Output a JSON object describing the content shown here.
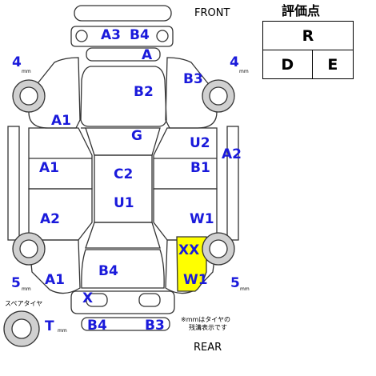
{
  "header": {
    "front_label": "FRONT",
    "rear_label": "REAR",
    "grade_title": "評価点"
  },
  "grade": {
    "overall": "R",
    "interior": "D",
    "exterior": "E"
  },
  "tire_depth": {
    "front_left": "4",
    "front_right": "4",
    "rear_left": "5",
    "rear_right": "5",
    "spare": "T",
    "unit": "mm",
    "spare_label": "スペアタイヤ",
    "note_line1": "※mmはタイヤの",
    "note_line2": "残溝表示です"
  },
  "damage_marks": {
    "front_glass_a3": "A3",
    "front_glass_b4": "B4",
    "front_bumper_a": "A",
    "hood_b3": "B3",
    "hood_b2": "B2",
    "left_fender_a1": "A1",
    "left_front_door_a1": "A1",
    "left_rear_door_a2": "A2",
    "left_quarter_a1": "A1",
    "windshield_g": "G",
    "roof_c2": "C2",
    "roof_u1": "U1",
    "right_front_door_u2": "U2",
    "right_front_door_b1": "B1",
    "right_fender_a2": "A2",
    "right_rear_door_w1": "W1",
    "right_quarter_xx": "XX",
    "right_quarter_w1": "W1",
    "trunk_b4": "B4",
    "rear_bumper_x": "X",
    "rear_bumper_b4": "B4",
    "rear_bumper_b3": "B3"
  },
  "colors": {
    "mark": "#1a1adb",
    "highlight": "#ffff00",
    "outline": "#333333"
  }
}
